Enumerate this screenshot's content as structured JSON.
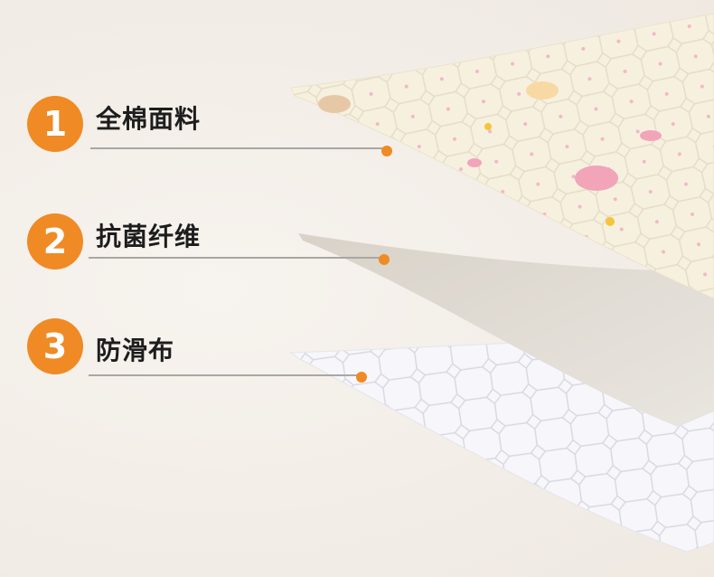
{
  "layers": [
    {
      "number": "1",
      "label": "全棉面料"
    },
    {
      "number": "2",
      "label": "抗菌纤维"
    },
    {
      "number": "3",
      "label": "防滑布"
    }
  ],
  "colors": {
    "accent": "#f08a24",
    "background": "#f3eee8"
  }
}
